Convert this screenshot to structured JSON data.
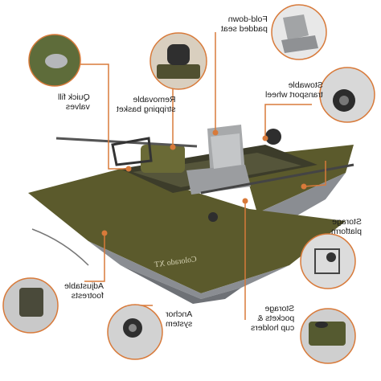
{
  "callouts": {
    "seat": [
      "Fold-down",
      "padded seat"
    ],
    "valves": [
      "Quick fill",
      "valves"
    ],
    "basket": [
      "Removable",
      "stripping basket"
    ],
    "wheel": [
      "Stowable",
      "transport wheel"
    ],
    "platform": [
      "Storage",
      "platform"
    ],
    "footrests": [
      "Adjustable",
      "footrests"
    ],
    "anchor": [
      "Anchor",
      "system"
    ],
    "pockets": [
      "Storage",
      "pockets &",
      "cup holders"
    ]
  },
  "hull_label": "Colorado XT",
  "colors": {
    "olive": "#5b5a2c",
    "grey": "#8a8d92",
    "leader": "#d87a3a"
  },
  "icons": [
    "quick-fill-valve-icon",
    "seat-icon",
    "basket-icon",
    "wheel-icon",
    "platform-icon",
    "footrest-icon",
    "anchor-icon",
    "pockets-icon"
  ]
}
